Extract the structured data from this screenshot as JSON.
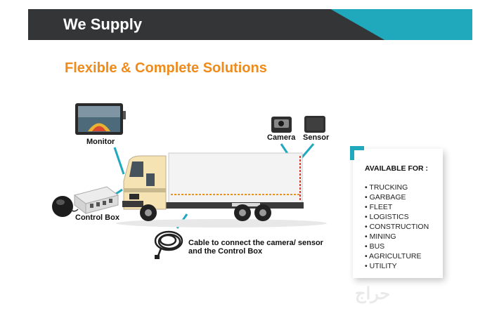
{
  "header": {
    "title": "We Supply"
  },
  "subtitle": "Flexible & Complete Solutions",
  "labels": {
    "monitor": "Monitor",
    "camera": "Camera",
    "sensor": "Sensor",
    "control_box": "Control Box",
    "cable_line1": "Cable to connect the camera/ sensor",
    "cable_line2": "and the Control Box"
  },
  "available": {
    "heading": "AVAILABLE FOR :",
    "items": [
      "• TRUCKING",
      "• GARBAGE",
      "• FLEET",
      "• LOGISTICS",
      "• CONSTRUCTION",
      "• MINING",
      "• BUS",
      "• AGRICULTURE",
      "• UTILITY"
    ]
  },
  "watermark": "حراج",
  "colors": {
    "dark": "#333536",
    "teal": "#20a9bd",
    "orange": "#ef8b1a"
  },
  "icons": [
    "monitor-icon",
    "camera-icon",
    "sensor-icon",
    "control-box-icon",
    "gps-antenna-icon",
    "cable-icon",
    "truck-illustration"
  ]
}
